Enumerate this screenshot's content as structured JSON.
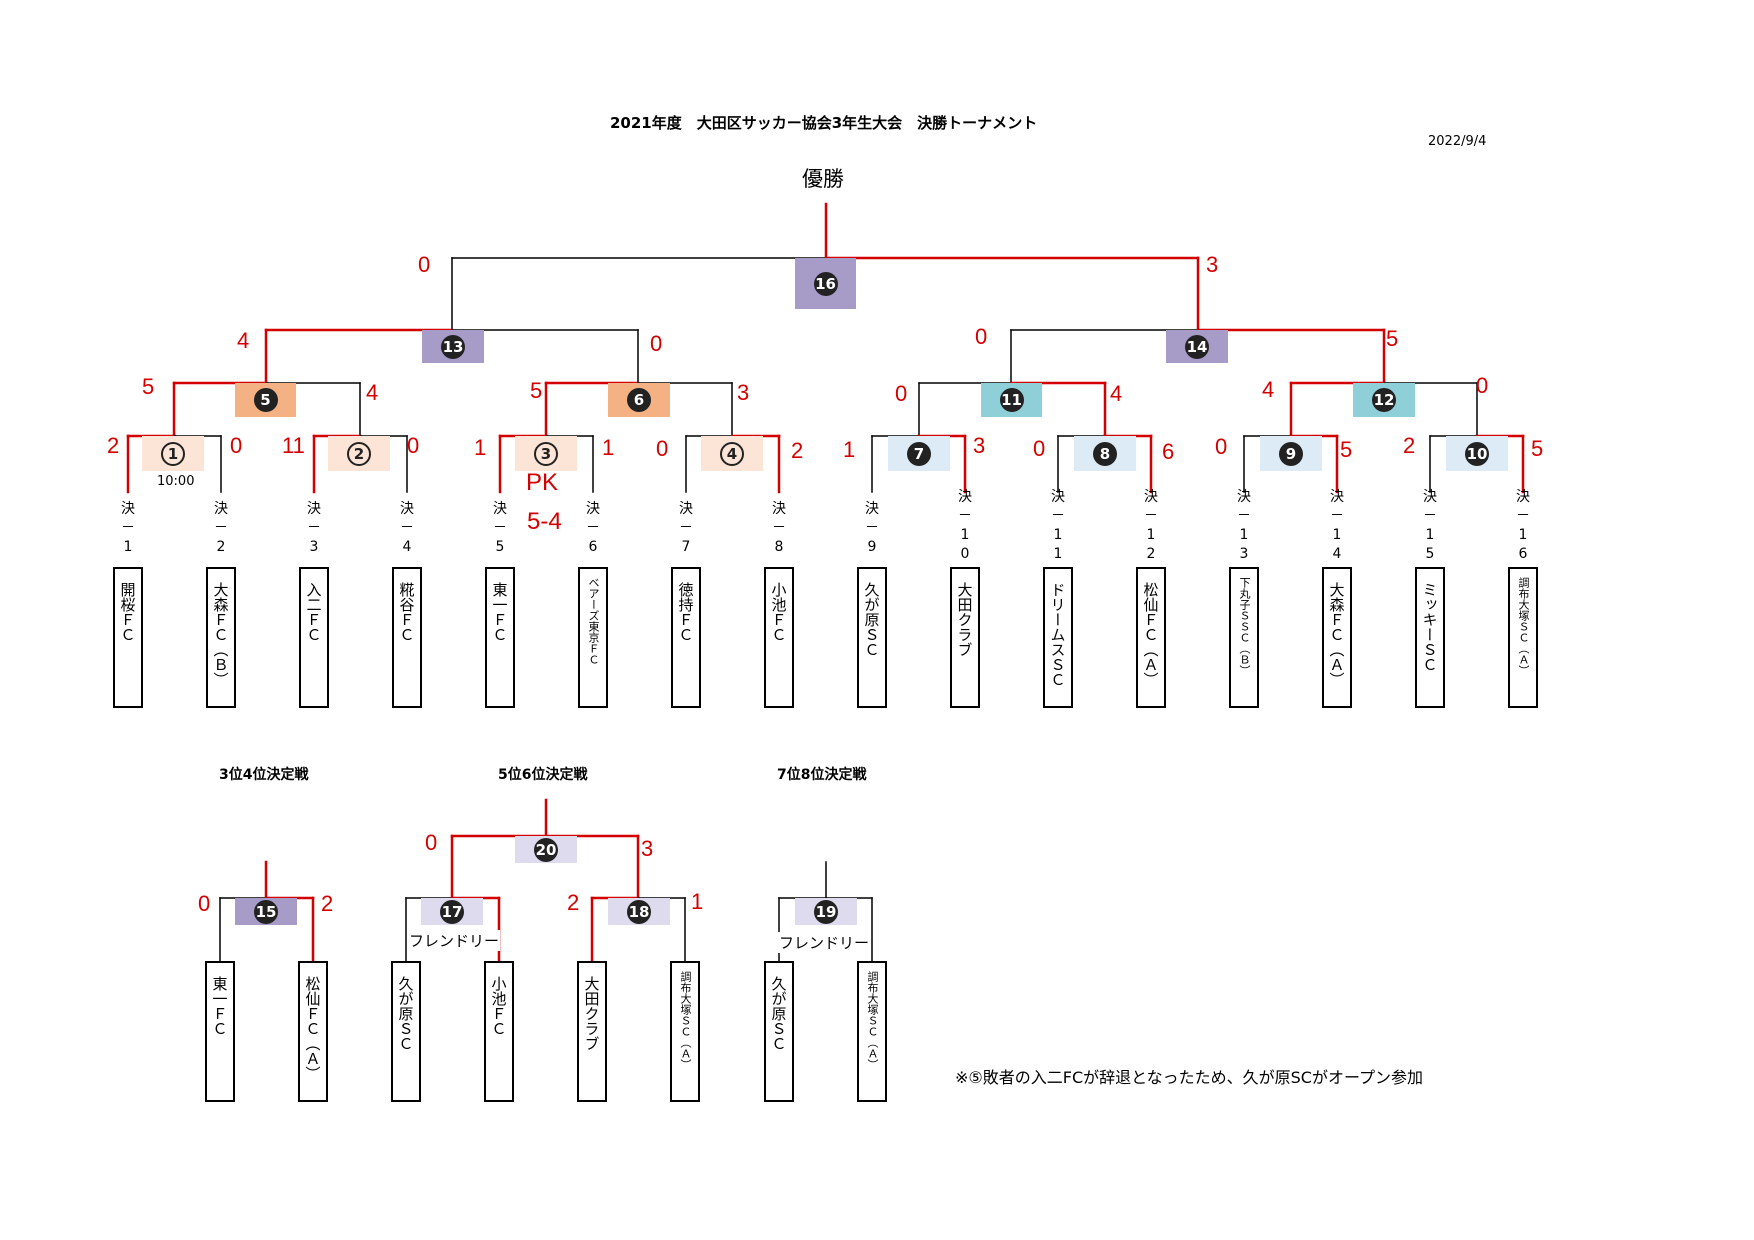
{
  "header": {
    "title": "2021年度　大田区サッカー協会3年生大会　決勝トーナメント",
    "date": "2022/9/4",
    "champion_label": "優勝"
  },
  "colors": {
    "win_line": "#d40000",
    "loss_line": "#000000",
    "purple": "#a79bc7",
    "orange": "#f4b184",
    "teal": "#8ecfd8",
    "light_peach": "#fce4d6",
    "light_blue": "#ddebf7",
    "light_purple": "#dedbee"
  },
  "slots": [
    {
      "code": "決\n－\n1",
      "team": "開桜ＦＣ"
    },
    {
      "code": "決\n－\n2",
      "team": "大森ＦＣ（Ｂ）"
    },
    {
      "code": "決\n－\n3",
      "team": "入二ＦＣ"
    },
    {
      "code": "決\n－\n4",
      "team": "糀谷ＦＣ"
    },
    {
      "code": "決\n－\n5",
      "team": "東一ＦＣ"
    },
    {
      "code": "決\n－\n6",
      "team": "ベアーズ東京ＦＣ"
    },
    {
      "code": "決\n－\n7",
      "team": "徳持ＦＣ"
    },
    {
      "code": "決\n－\n8",
      "team": "小池ＦＣ"
    },
    {
      "code": "決\n－\n9",
      "team": "久が原ＳＣ"
    },
    {
      "code": "決\n－\n1\n0",
      "team": "大田クラブ"
    },
    {
      "code": "決\n－\n1\n1",
      "team": "ドリームスＳＣ"
    },
    {
      "code": "決\n－\n1\n2",
      "team": "松仙ＦＣ（Ａ）"
    },
    {
      "code": "決\n－\n1\n3",
      "team": "下丸子ＳＳＣ（Ｂ）"
    },
    {
      "code": "決\n－\n1\n4",
      "team": "大森ＦＣ（Ａ）"
    },
    {
      "code": "決\n－\n1\n5",
      "team": "ミッキーＳＣ"
    },
    {
      "code": "決\n－\n1\n6",
      "team": "調布大塚ＳＣ（Ａ）"
    }
  ],
  "matches": {
    "m1": {
      "num": "1",
      "score_left": "2",
      "score_right": "0",
      "time": "10:00"
    },
    "m2": {
      "num": "2",
      "score_left": "11",
      "score_right": "0"
    },
    "m3": {
      "num": "3",
      "score_left": "1",
      "score_right": "1",
      "pk_label": "PK",
      "pk_score": "5-4"
    },
    "m4": {
      "num": "4",
      "score_left": "0",
      "score_right": "2"
    },
    "m7": {
      "num": "7",
      "score_left": "1",
      "score_right": "3"
    },
    "m8": {
      "num": "8",
      "score_left": "0",
      "score_right": "6"
    },
    "m9": {
      "num": "9",
      "score_left": "0",
      "score_right": "5"
    },
    "m10": {
      "num": "10",
      "score_left": "2",
      "score_right": "5"
    },
    "m5": {
      "num": "5",
      "score_left": "5",
      "score_right": "4"
    },
    "m6": {
      "num": "6",
      "score_left": "5",
      "score_right": "3"
    },
    "m11": {
      "num": "11",
      "score_left": "0",
      "score_right": "4"
    },
    "m12": {
      "num": "12",
      "score_left": "4",
      "score_right": "0"
    },
    "m13": {
      "num": "13",
      "score_left": "4",
      "score_right": "0"
    },
    "m14": {
      "num": "14",
      "score_left": "0",
      "score_right": "5"
    },
    "m16": {
      "num": "16",
      "score_left": "0",
      "score_right": "3"
    }
  },
  "placement": {
    "third_fourth": {
      "title": "3位4位決定戦",
      "match": {
        "num": "15",
        "score_left": "0",
        "score_right": "2"
      },
      "teams": [
        "東一ＦＣ",
        "松仙ＦＣ（Ａ）"
      ]
    },
    "fifth_sixth": {
      "title": "5位6位決定戦",
      "final": {
        "num": "20",
        "score_left": "0",
        "score_right": "3"
      },
      "m17": {
        "num": "17",
        "label": "フレンドリー",
        "teams": [
          "久が原ＳＣ",
          "小池ＦＣ"
        ]
      },
      "m18": {
        "num": "18",
        "score_left": "2",
        "score_right": "1",
        "teams": [
          "大田クラブ",
          "調布大塚ＳＣ（Ａ）"
        ]
      }
    },
    "seventh_eighth": {
      "title": "7位8位決定戦",
      "m19": {
        "num": "19",
        "label": "フレンドリー",
        "teams": [
          "久が原ＳＣ",
          "調布大塚ＳＣ（Ａ）"
        ]
      }
    }
  },
  "footnote": "※⑤敗者の入二FCが辞退となったため、久が原SCがオープン参加"
}
